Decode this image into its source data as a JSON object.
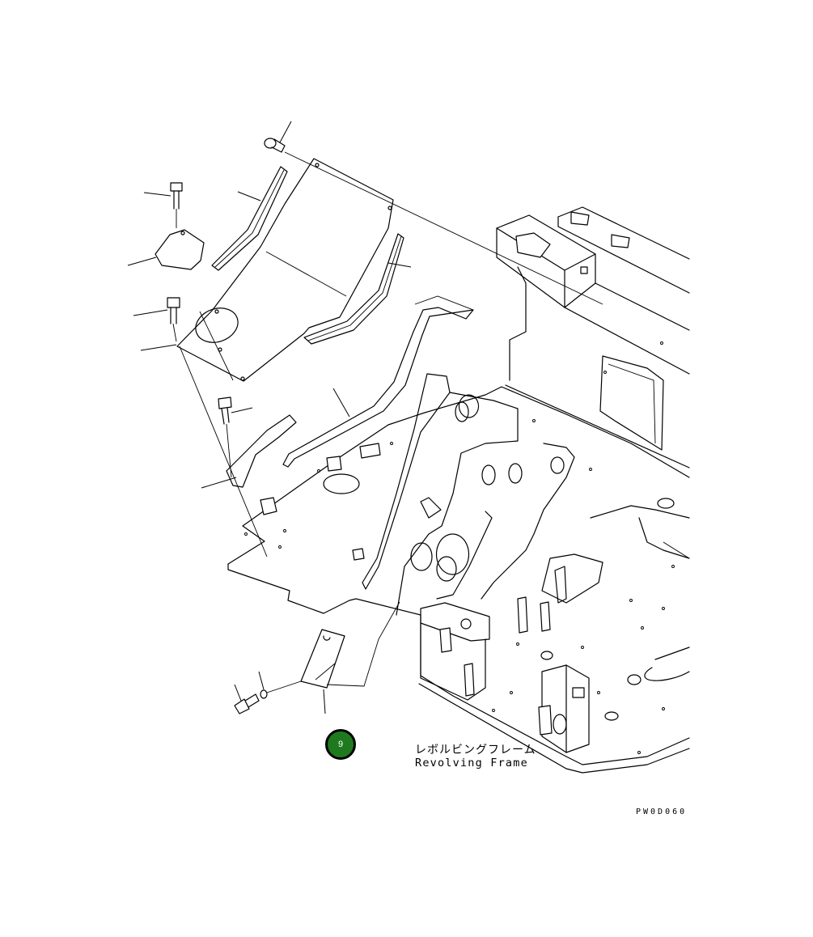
{
  "callout": {
    "number": "9",
    "color": "#1f7a1f"
  },
  "labels": {
    "japanese": "レボルビングフレーム",
    "english": "Revolving Frame",
    "drawing_code": "PW0D060"
  }
}
